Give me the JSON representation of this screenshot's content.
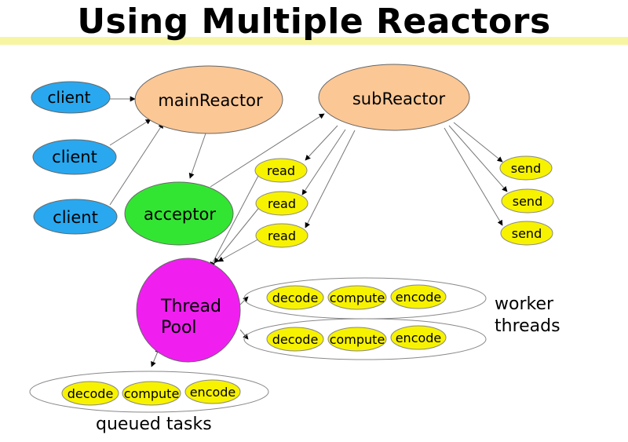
{
  "title": "Using Multiple Reactors",
  "nodes": {
    "client_1": "client",
    "client_2": "client",
    "client_3": "client",
    "main_reactor": "mainReactor",
    "sub_reactor": "subReactor",
    "acceptor": "acceptor",
    "read_1": "read",
    "read_2": "read",
    "read_3": "read",
    "send_1": "send",
    "send_2": "send",
    "send_3": "send",
    "thread_pool_line1": "Thread",
    "thread_pool_line2": "Pool"
  },
  "worker_rows": [
    [
      "decode",
      "compute",
      "encode"
    ],
    [
      "decode",
      "compute",
      "encode"
    ]
  ],
  "queued_row": [
    "decode",
    "compute",
    "encode"
  ],
  "labels": {
    "worker_threads_line1": "worker",
    "worker_threads_line2": "threads",
    "queued_tasks": "queued tasks"
  },
  "colors": {
    "client": "#29a8f0",
    "reactor": "#fbc795",
    "acceptor": "#33e533",
    "task": "#f7f200",
    "thread_pool": "#f01ff0",
    "title_bar": "#f7f5a2"
  }
}
